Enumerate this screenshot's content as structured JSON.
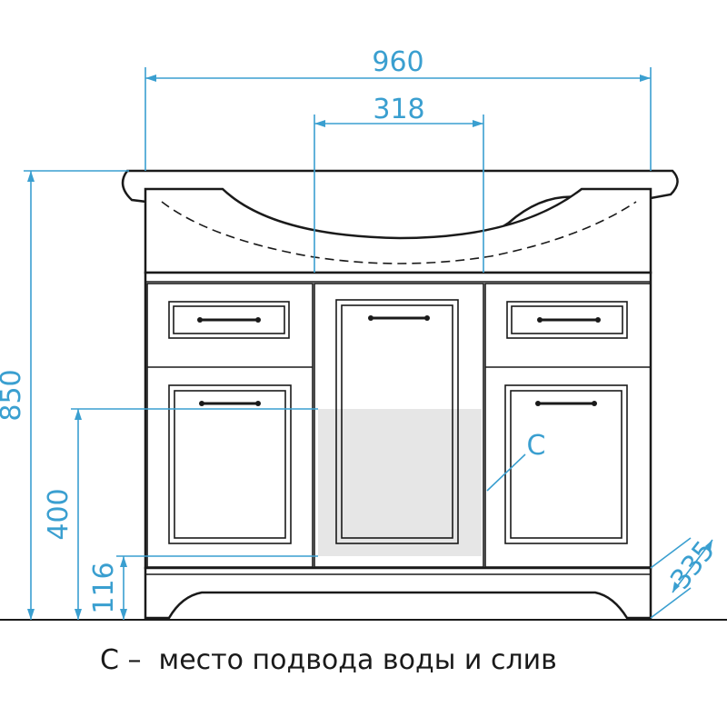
{
  "dimensions": {
    "overall_width": "960",
    "basin_width": "318",
    "overall_height": "850",
    "water_height": "400",
    "plinth_height": "116",
    "depth": "335"
  },
  "marker": {
    "label": "C"
  },
  "caption": "С –  место подвода воды и слив",
  "colors": {
    "dimension_lines": "#3a9fd0",
    "outline": "#1a1a1a",
    "water_zone": "#e6e6e6"
  }
}
